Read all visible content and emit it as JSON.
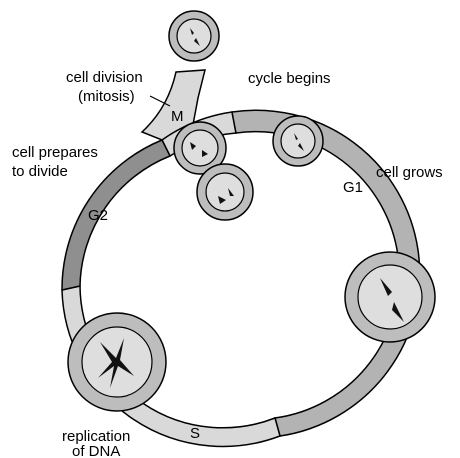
{
  "diagram": {
    "phases": {
      "m": "M",
      "g1": "G1",
      "s": "S",
      "g2": "G2"
    },
    "labels": {
      "cell_division_line1": "cell division",
      "cell_division_line2": "(mitosis)",
      "cycle_begins": "cycle begins",
      "cell_prepares_line1": "cell prepares",
      "cell_prepares_line2": "to divide",
      "cell_grows": "cell grows",
      "replication_line1": "replication",
      "replication_line2": "of DNA"
    },
    "colors": {
      "g1": "#b3b3b3",
      "g2": "#8f8f8f",
      "s": "#d9d9d9",
      "m": "#d9d9d9",
      "cell_outer": "#bdbdbd",
      "cell_inner": "#dedede",
      "chromosome": "#111111"
    }
  }
}
